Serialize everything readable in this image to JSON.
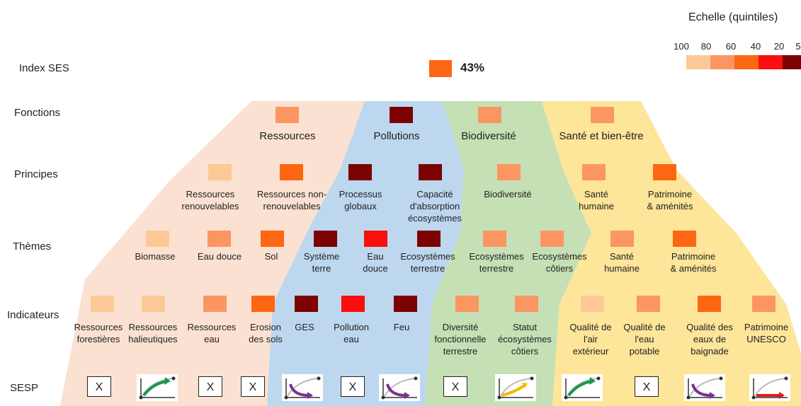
{
  "rows": {
    "index": "Index SES",
    "fonctions": "Fonctions",
    "principes": "Principes",
    "themes": "Thèmes",
    "indicateurs": "Indicateurs",
    "sesp": "SESP"
  },
  "scale": {
    "title": "Echelle (quintiles)",
    "ticks": [
      "100",
      "80",
      "60",
      "40",
      "20",
      "5"
    ],
    "colors": [
      "#fcc996",
      "#fb9662",
      "#fd6612",
      "#f80f0e",
      "#7b0200"
    ]
  },
  "index": {
    "value": "43%",
    "color": "#fd6612"
  },
  "band_colors": {
    "ressources": "#fbe1d1",
    "pollutions": "#bdd7ee",
    "biodiversite": "#c5e0b4",
    "sante": "#fde599"
  },
  "fonctions": [
    {
      "label": "Ressources",
      "color": "#fb9662"
    },
    {
      "label": "Pollutions",
      "color": "#7b0200"
    },
    {
      "label": "Biodiversité",
      "color": "#fb9662"
    },
    {
      "label": "Santé et bien-être",
      "color": "#fb9662"
    }
  ],
  "principes": [
    {
      "label": "Ressources\nrenouvelables",
      "color": "#fcc996"
    },
    {
      "label": "Ressources non-\nrenouvelables",
      "color": "#fd6612"
    },
    {
      "label": "Processus\nglobaux",
      "color": "#7b0200"
    },
    {
      "label": "Capacité\nd'absorption\nécosystèmes",
      "color": "#7b0200"
    },
    {
      "label": "Biodiversité",
      "color": "#fb9662"
    },
    {
      "label": "Santé\nhumaine",
      "color": "#fb9662"
    },
    {
      "label": "Patrimoine\n& aménités",
      "color": "#fd6612"
    }
  ],
  "themes": [
    {
      "label": "Biomasse",
      "color": "#fcc996"
    },
    {
      "label": "Eau douce",
      "color": "#fb9662"
    },
    {
      "label": "Sol",
      "color": "#fd6612"
    },
    {
      "label": "Système\nterre",
      "color": "#7b0200"
    },
    {
      "label": "Eau\ndouce",
      "color": "#f80f0e"
    },
    {
      "label": "Ecosystèmes\nterrestre",
      "color": "#7b0200"
    },
    {
      "label": "Ecosystèmes\nterrestre",
      "color": "#fb9662"
    },
    {
      "label": "Ecosystèmes\ncôtiers",
      "color": "#fb9662"
    },
    {
      "label": "Santé\nhumaine",
      "color": "#fb9662"
    },
    {
      "label": "Patrimoine\n& aménités",
      "color": "#fd6612"
    }
  ],
  "indicateurs": [
    {
      "label": "Ressources\nforestières",
      "color": "#fcc996"
    },
    {
      "label": "Ressources\nhalieutiques",
      "color": "#fcc996"
    },
    {
      "label": "Ressources\neau",
      "color": "#fb9662"
    },
    {
      "label": "Erosion\ndes sols",
      "color": "#fd6612"
    },
    {
      "label": "GES",
      "color": "#7b0200"
    },
    {
      "label": "Pollution\neau",
      "color": "#f80f0e"
    },
    {
      "label": "Feu",
      "color": "#7b0200"
    },
    {
      "label": "Diversité\nfonctionnelle\nterrestre",
      "color": "#fb9662"
    },
    {
      "label": "Statut\nécosystèmes\ncôtiers",
      "color": "#fb9662"
    },
    {
      "label": "Qualité de\nl'air\nextérieur",
      "color": "#fcc996"
    },
    {
      "label": "Qualité de\nl'eau\npotable",
      "color": "#fb9662"
    },
    {
      "label": "Qualité des\neaux de\nbaignade",
      "color": "#fd6612"
    },
    {
      "label": "Patrimoine\nUNESCO",
      "color": "#fb9662"
    }
  ],
  "sesp": [
    {
      "type": "box",
      "text": "X"
    },
    {
      "type": "gauge",
      "icon": "gauge-up-green-icon",
      "color": "#1a9850",
      "dir": "up"
    },
    {
      "type": "box",
      "text": "X"
    },
    {
      "type": "box",
      "text": "X"
    },
    {
      "type": "gauge",
      "icon": "gauge-down-purple-icon",
      "color": "#7b3294",
      "dir": "down"
    },
    {
      "type": "box",
      "text": "X"
    },
    {
      "type": "gauge",
      "icon": "gauge-down-purple-icon",
      "color": "#7b3294",
      "dir": "down"
    },
    {
      "type": "box",
      "text": "X"
    },
    {
      "type": "gauge",
      "icon": "gauge-up-yellow-icon",
      "color": "#f5b800",
      "dir": "flat-up"
    },
    {
      "type": "gauge",
      "icon": "gauge-up-green-icon",
      "color": "#1a9850",
      "dir": "up"
    },
    {
      "type": "box",
      "text": "X"
    },
    {
      "type": "gauge",
      "icon": "gauge-down-purple-icon",
      "color": "#7b3294",
      "dir": "down"
    },
    {
      "type": "gauge",
      "icon": "gauge-flat-red-icon",
      "color": "#e31a1c",
      "dir": "flat"
    }
  ]
}
